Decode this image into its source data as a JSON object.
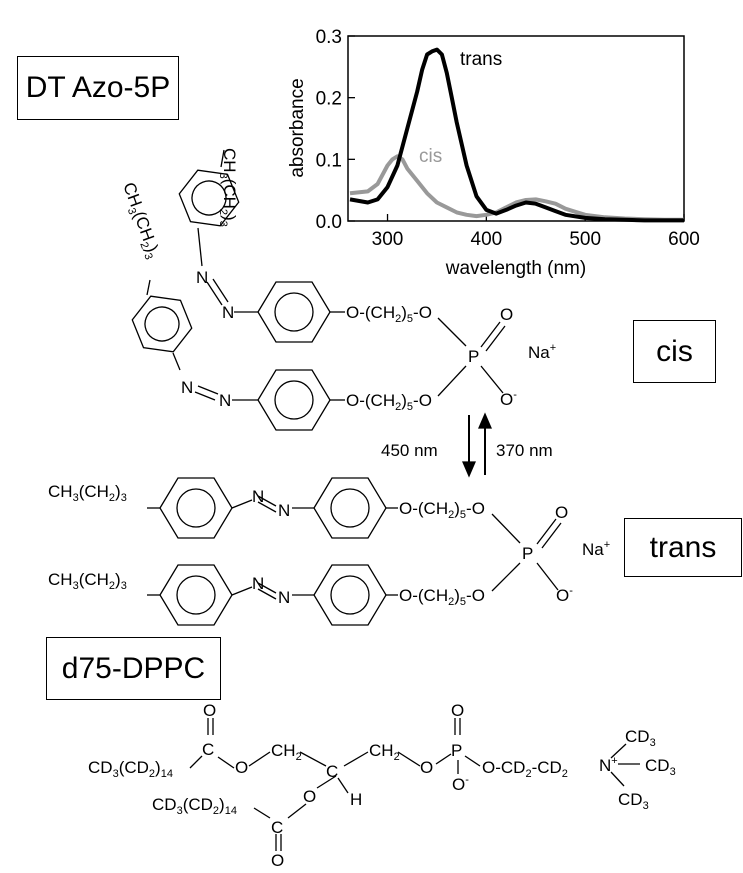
{
  "labels": {
    "dt_azo": "DT Azo-5P",
    "cis": "cis",
    "trans": "trans",
    "dppc": "d75-DPPC"
  },
  "arrows": {
    "forward": "450 nm",
    "back": "370 nm"
  },
  "chart_data": {
    "type": "line",
    "xlabel": "wavelength (nm)",
    "ylabel": "absorbance",
    "xlim": [
      260,
      600
    ],
    "ylim": [
      0,
      0.3
    ],
    "xticks": [
      "300",
      "400",
      "500",
      "600"
    ],
    "yticks": [
      "0.0",
      "0.1",
      "0.2",
      "0.3"
    ],
    "grid": false,
    "series": [
      {
        "name": "trans",
        "color": "#000000",
        "x": [
          262,
          280,
          290,
          300,
          310,
          320,
          330,
          335,
          340,
          345,
          350,
          355,
          360,
          365,
          370,
          380,
          390,
          400,
          410,
          420,
          430,
          440,
          450,
          460,
          470,
          480,
          500,
          520,
          540,
          560,
          580,
          600
        ],
        "y": [
          0.035,
          0.03,
          0.035,
          0.055,
          0.09,
          0.15,
          0.21,
          0.245,
          0.27,
          0.275,
          0.278,
          0.27,
          0.24,
          0.2,
          0.16,
          0.09,
          0.04,
          0.018,
          0.012,
          0.018,
          0.025,
          0.03,
          0.028,
          0.022,
          0.016,
          0.01,
          0.005,
          0.003,
          0.002,
          0.001,
          0.001,
          0.001
        ]
      },
      {
        "name": "cis",
        "color": "#999999",
        "x": [
          262,
          280,
          290,
          300,
          305,
          310,
          315,
          320,
          330,
          340,
          350,
          360,
          370,
          380,
          390,
          400,
          410,
          420,
          430,
          440,
          450,
          460,
          470,
          480,
          490,
          500,
          520,
          540,
          560,
          580,
          600
        ],
        "y": [
          0.045,
          0.048,
          0.06,
          0.09,
          0.1,
          0.105,
          0.1,
          0.085,
          0.065,
          0.045,
          0.03,
          0.022,
          0.014,
          0.01,
          0.008,
          0.01,
          0.014,
          0.022,
          0.03,
          0.034,
          0.035,
          0.032,
          0.028,
          0.02,
          0.015,
          0.01,
          0.006,
          0.004,
          0.003,
          0.002,
          0.002
        ]
      }
    ]
  },
  "molecules": {
    "cis": {
      "chain_a": "CH3(CH2)3",
      "chain_b": "CH3(CH2)3",
      "azo_n": "N",
      "linker": "O-(CH2)5-O",
      "P": "P",
      "O": "O",
      "Ominus": "O-",
      "Na": "Na+"
    },
    "trans": {
      "chain": "CH3(CH2)3",
      "azo_n": "N",
      "linker": "O-(CH2)5-O",
      "P": "P",
      "O": "O",
      "Ominus": "O-",
      "Na": "Na+"
    },
    "dppc": {
      "acyl": "CD3(CD2)14",
      "O": "O",
      "C": "C",
      "H": "H",
      "CH2": "CH2",
      "P": "P",
      "Ominus": "O-",
      "cd_chain": "O-CD2-CD2",
      "N": "N+",
      "CD3": "CD3"
    }
  }
}
